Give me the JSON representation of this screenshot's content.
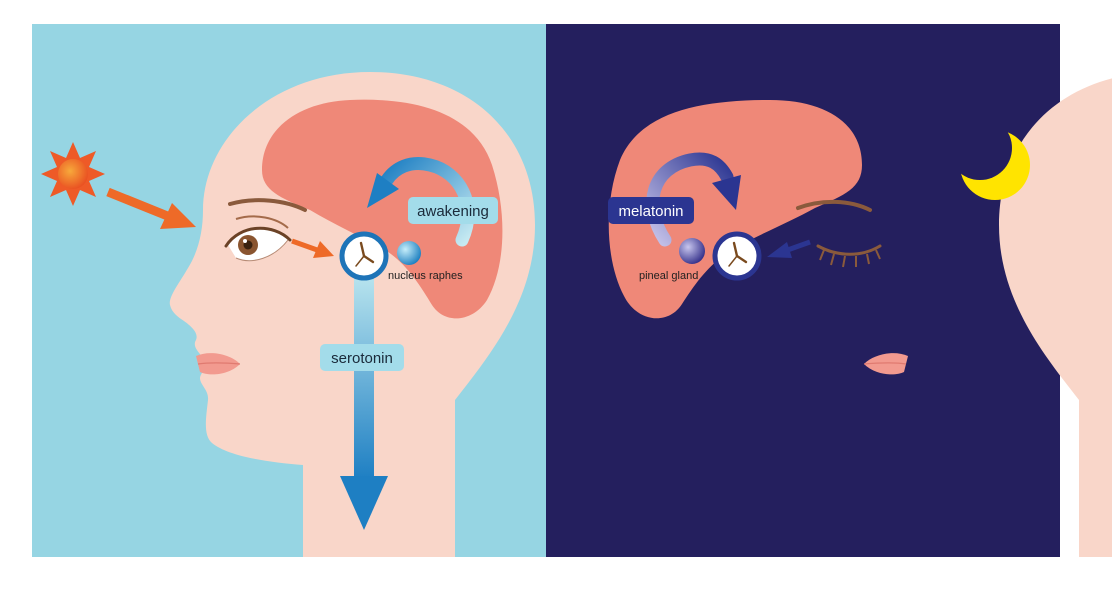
{
  "labels": {
    "awakening": "awakening",
    "nucleus_raphes": "nucleus raphes",
    "serotonin": "serotonin",
    "melatonin": "melatonin",
    "pineal_gland": "pineal gland"
  },
  "colors": {
    "day_background": "#96d5e3",
    "night_background": "#241f5e",
    "skin": "#f9d6c9",
    "brain": "#ef8878",
    "day_accent": "#6ec3dc",
    "day_arrow": "#1e7fc3",
    "night_accent": "#2b3591",
    "sun": "#ee5a27",
    "light_arrow": "#ee6a28",
    "moon": "#ffe400",
    "lips": "#f29a8f"
  },
  "icons": [
    "sun-icon",
    "moon-icon",
    "clock-icon",
    "open-eye-icon",
    "closed-eye-icon"
  ]
}
